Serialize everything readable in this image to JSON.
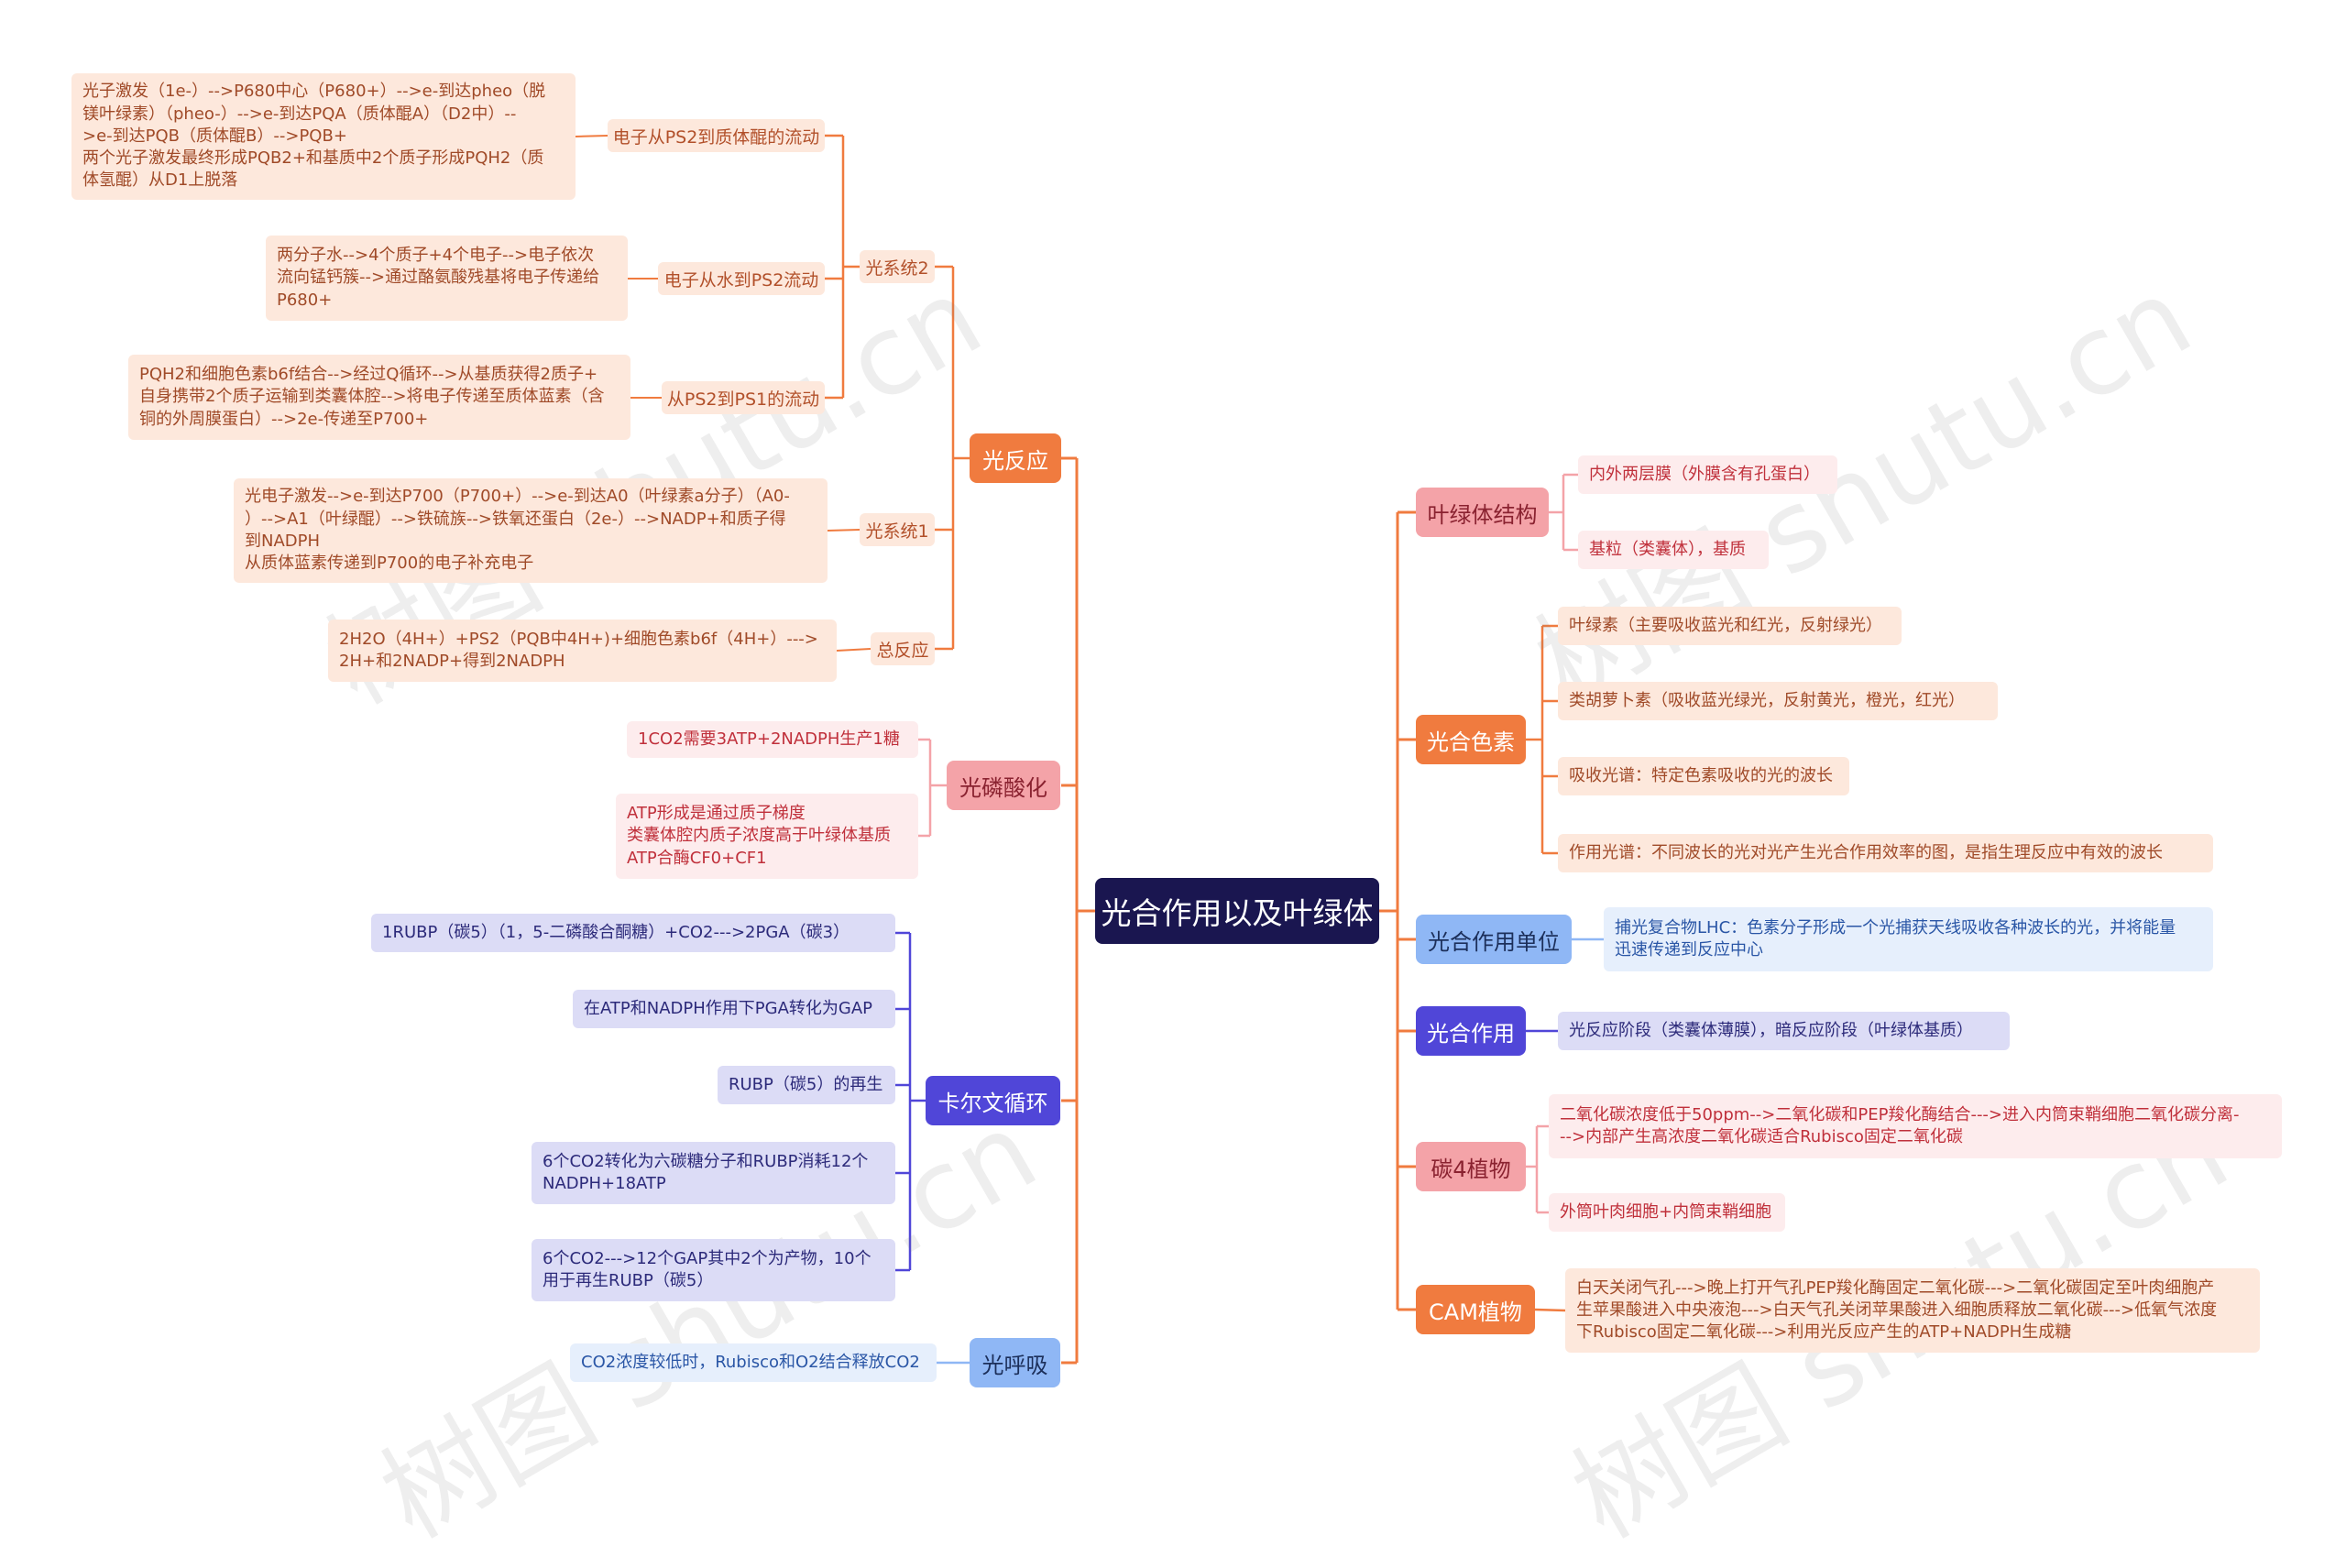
{
  "center": "光合作用以及叶绿体",
  "left": {
    "light_reaction": {
      "label": "光反应",
      "ps2": {
        "label": "光系统2",
        "ps2_to_quinone": {
          "label": "电子从PS2到质体醌的流动",
          "text": "光子激发（1e-）-->P680中心（P680+）-->e-到达pheo（脱\n镁叶绿素）（pheo-）-->e-到达PQA（质体醌A）（D2中）--\n>e-到达PQB（质体醌B）-->PQB+\n两个光子激发最终形成PQB2+和基质中2个质子形成PQH2（质\n体氢醌）从D1上脱落"
        },
        "water_to_ps2": {
          "label": "电子从水到PS2流动",
          "text": "两分子水-->4个质子+4个电子-->电子依次\n流向锰钙簇-->通过酪氨酸残基将电子传递给\nP680+"
        },
        "ps2_to_ps1": {
          "label": "从PS2到PS1的流动",
          "text": "PQH2和细胞色素b6f结合-->经过Q循环-->从基质获得2质子+\n自身携带2个质子运输到类囊体腔-->将电子传递至质体蓝素（含\n铜的外周膜蛋白）-->2e-传递至P700+"
        }
      },
      "ps1": {
        "label": "光系统1",
        "text": "光电子激发-->e-到达P700（P700+）-->e-到达A0（叶绿素a分子）（A0-\n）-->A1（叶绿醌）-->铁硫族-->铁氧还蛋白（2e-）-->NADP+和质子得\n到NADPH\n从质体蓝素传递到P700的电子补充电子"
      },
      "overall": {
        "label": "总反应",
        "text": "2H2O（4H+）+PS2（PQB中4H+)+细胞色素b6f（4H+）--->\n2H+和2NADP+得到2NADPH"
      }
    },
    "photophosphorylation": {
      "label": "光磷酸化",
      "items": [
        "1CO2需要3ATP+2NADPH生产1糖",
        "ATP形成是通过质子梯度\n类囊体腔内质子浓度高于叶绿体基质\nATP合酶CF0+CF1"
      ]
    },
    "calvin": {
      "label": "卡尔文循环",
      "items": [
        "1RUBP（碳5）（1，5-二磷酸合酮糖）+CO2--->2PGA（碳3）",
        "在ATP和NADPH作用下PGA转化为GAP",
        "RUBP（碳5）的再生",
        "6个CO2转化为六碳糖分子和RUBP消耗12个\nNADPH+18ATP",
        "6个CO2--->12个GAP其中2个为产物，10个\n用于再生RUBP（碳5）"
      ]
    },
    "photorespiration": {
      "label": "光呼吸",
      "items": [
        "CO2浓度较低时，Rubisco和O2结合释放CO2"
      ]
    }
  },
  "right": {
    "chloroplast_structure": {
      "label": "叶绿体结构",
      "items": [
        "内外两层膜（外膜含有孔蛋白）",
        "基粒（类囊体），基质"
      ]
    },
    "pigments": {
      "label": "光合色素",
      "items": [
        "叶绿素（主要吸收蓝光和红光，反射绿光）",
        "类胡萝卜素（吸收蓝光绿光，反射黄光，橙光，红光）",
        "吸收光谱：特定色素吸收的光的波长",
        "作用光谱：不同波长的光对光产生光合作用效率的图，是指生理反应中有效的波长"
      ]
    },
    "unit": {
      "label": "光合作用单位",
      "items": [
        "捕光复合物LHC：色素分子形成一个光捕获天线吸收各种波长的光，并将能量\n迅速传递到反应中心"
      ]
    },
    "photosynthesis": {
      "label": "光合作用",
      "items": [
        "光反应阶段（类囊体薄膜），暗反应阶段（叶绿体基质）"
      ]
    },
    "c4": {
      "label": "碳4植物",
      "items": [
        "二氧化碳浓度低于50ppm-->二氧化碳和PEP羧化酶结合--->进入内筒束鞘细胞二氧化碳分离-\n-->内部产生高浓度二氧化碳适合Rubisco固定二氧化碳",
        "外筒叶肉细胞+内筒束鞘细胞"
      ]
    },
    "cam": {
      "label": "CAM植物",
      "items": [
        "白天关闭气孔--->晚上打开气孔PEP羧化酶固定二氧化碳--->二氧化碳固定至叶肉细胞产\n生苹果酸进入中央液泡--->白天气孔关闭苹果酸进入细胞质释放二氧化碳--->低氧气浓度\n下Rubisco固定二氧化碳--->利用光反应产生的ATP+NADPH生成糖"
      ]
    }
  },
  "watermark": "树图 shutu.cn",
  "colors": {
    "center": "#1a1650",
    "orange": "#f07b3f",
    "orange_light": "#fde8dc",
    "pink": "#f4a3a8",
    "pink_light": "#fdeced",
    "purple": "#5046d8",
    "purple_light": "#dcdcf6",
    "blue": "#8fb7f5",
    "blue_light": "#e6effc"
  }
}
